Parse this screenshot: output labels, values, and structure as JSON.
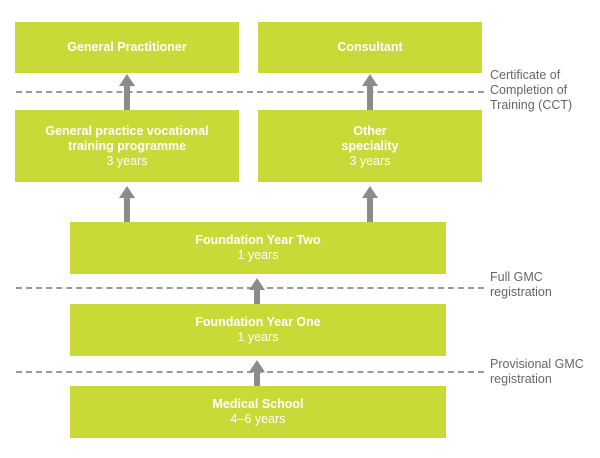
{
  "boxes": {
    "gp": {
      "title": "General Practitioner"
    },
    "consultant": {
      "title": "Consultant"
    },
    "gp_training": {
      "title": "General practice vocational\ntraining programme",
      "duration": "3 years"
    },
    "other": {
      "title": "Other\nspeciality",
      "duration": "3 years"
    },
    "fy2": {
      "title": "Foundation Year Two",
      "duration": "1 years"
    },
    "fy1": {
      "title": "Foundation Year One",
      "duration": "1 years"
    },
    "med": {
      "title": "Medical School",
      "duration": "4–6 years"
    }
  },
  "milestones": {
    "cct": "Certificate of\nCompletion of\nTraining (CCT)",
    "full_gmc": "Full GMC\nregistration",
    "prov_gmc": "Provisional GMC\nregistration"
  },
  "colors": {
    "box": "#c9d938",
    "arrow": "#8c8c8c",
    "dash": "#9a9a9a",
    "label": "#666666"
  }
}
